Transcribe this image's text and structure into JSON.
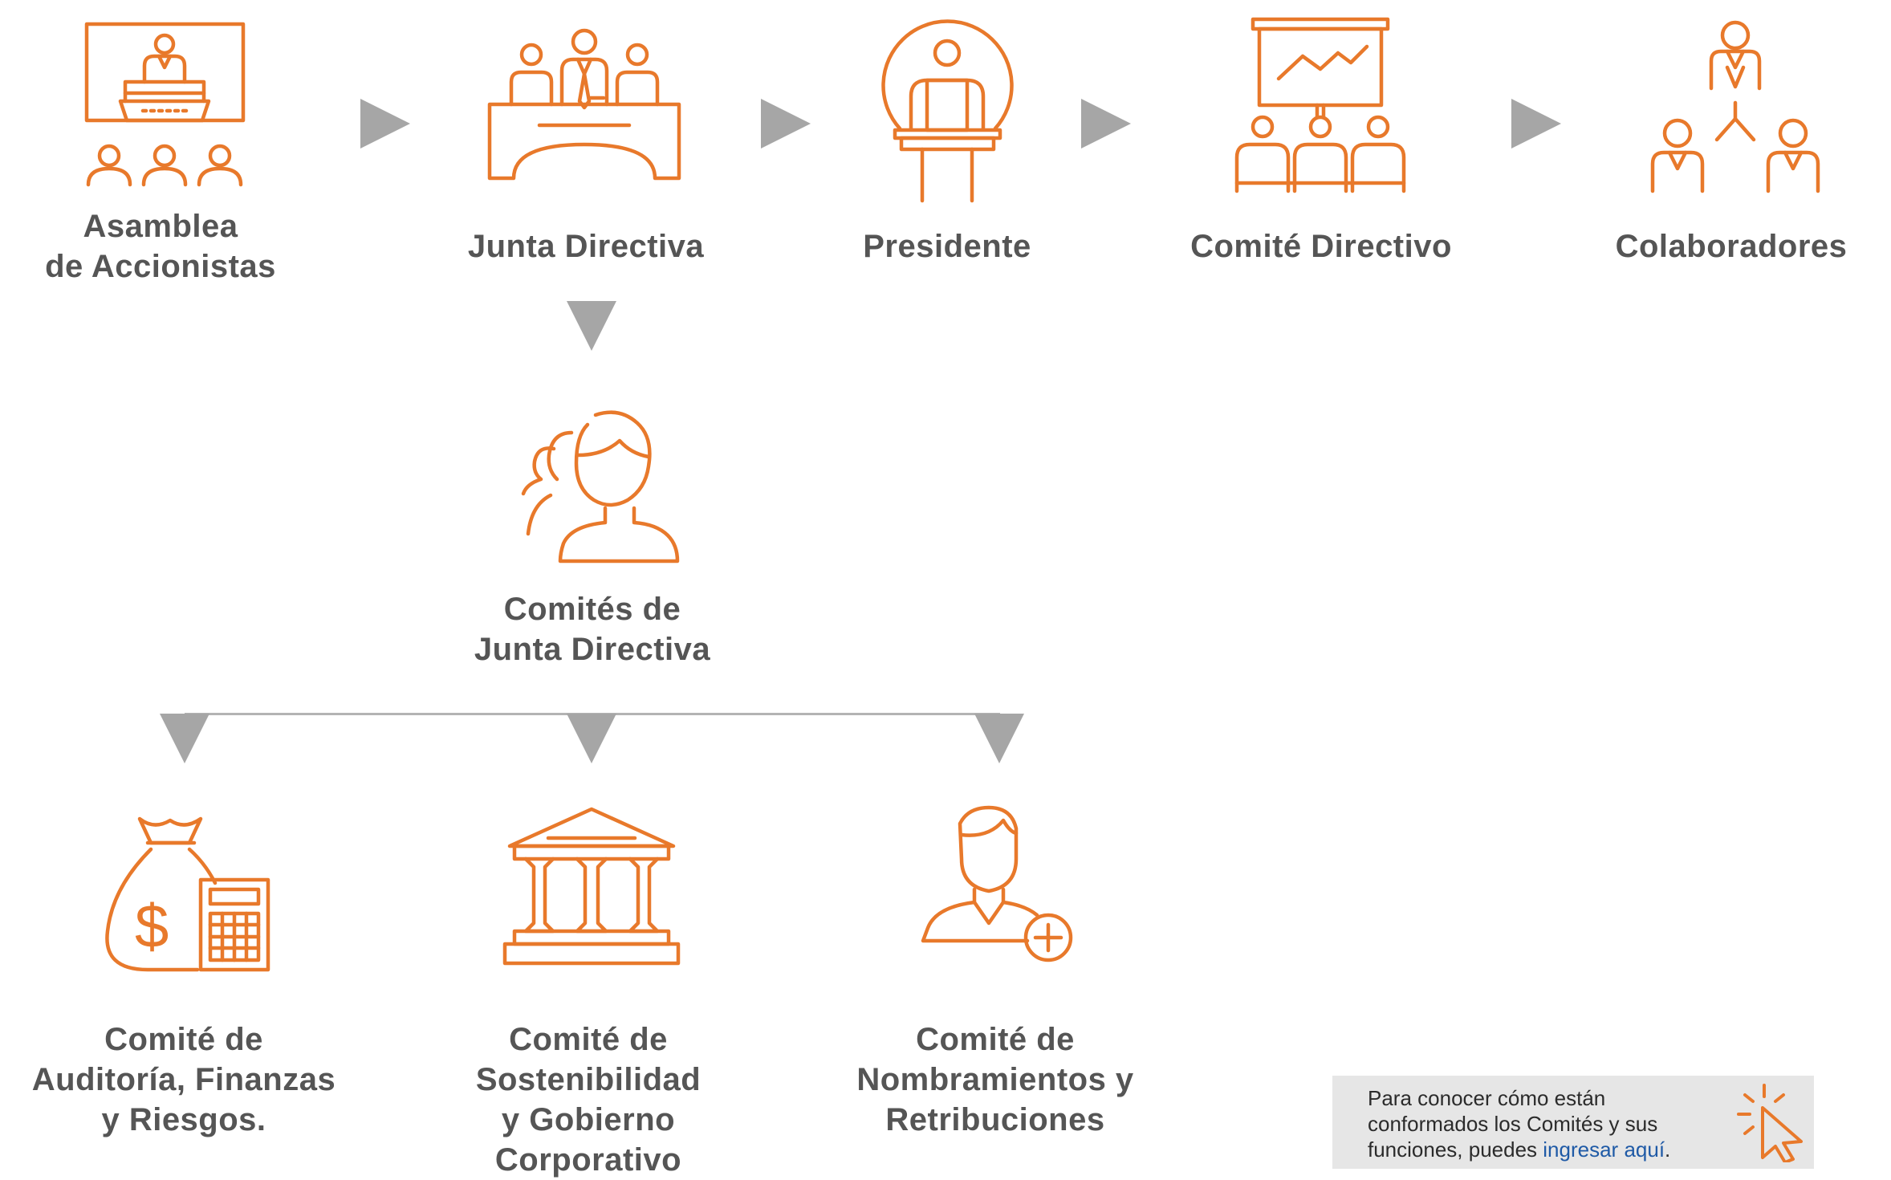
{
  "colors": {
    "icon": "#E8792B",
    "label": "#555555",
    "arrow": "#A6A6A6",
    "link": "#1F5AA6",
    "infobox_bg": "#E6E6E6"
  },
  "top_flow": [
    {
      "icon": "assembly-icon",
      "lines": [
        "Asamblea",
        "de Accionistas"
      ]
    },
    {
      "icon": "board-meeting-icon",
      "lines": [
        "Junta Directiva"
      ]
    },
    {
      "icon": "president-icon",
      "lines": [
        "Presidente"
      ]
    },
    {
      "icon": "presentation-committee-icon",
      "lines": [
        "Comité Directivo"
      ]
    },
    {
      "icon": "team-hierarchy-icon",
      "lines": [
        "Colaboradores"
      ]
    }
  ],
  "board_committees": {
    "icon": "group-people-icon",
    "lines": [
      "Comités de",
      "Junta Directiva"
    ]
  },
  "committees": [
    {
      "icon": "money-bag-calculator-icon",
      "lines": [
        "Comité de",
        "Auditoría, Finanzas",
        "y Riesgos."
      ]
    },
    {
      "icon": "government-building-icon",
      "lines": [
        "Comité de",
        "Sostenibilidad",
        "y Gobierno",
        "Corporativo"
      ]
    },
    {
      "icon": "person-add-icon",
      "lines": [
        "Comité de",
        "Nombramientos y",
        "Retribuciones"
      ]
    }
  ],
  "info": {
    "text_line1": "Para conocer cómo están",
    "text_line2": "conformados los Comités y sus",
    "text_line3_prefix": "funciones, puedes ",
    "link": "ingresar aquí",
    "text_line3_suffix": ".",
    "icon": "cursor-click-icon"
  }
}
